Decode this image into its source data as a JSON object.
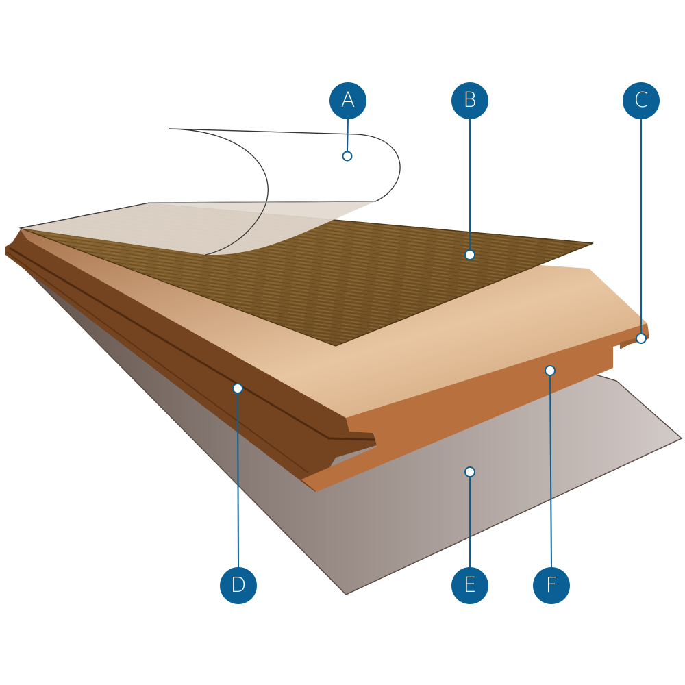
{
  "colors": {
    "callout": "#0a6094",
    "decor": "#7a5a2a",
    "core_top": "#e3b98f",
    "core_edge": "#b8703f",
    "profile": "#74431f",
    "backing_left": "#6e5f55",
    "backing_right": "#cfc6c3"
  },
  "callouts": [
    {
      "id": "a",
      "label": "A",
      "target": "overlay-film"
    },
    {
      "id": "b",
      "label": "B",
      "target": "decor-layer"
    },
    {
      "id": "c",
      "label": "C",
      "target": "tongue-edge"
    },
    {
      "id": "d",
      "label": "D",
      "target": "groove-profile"
    },
    {
      "id": "e",
      "label": "E",
      "target": "backing-layer"
    },
    {
      "id": "f",
      "label": "F",
      "target": "core-board"
    }
  ]
}
